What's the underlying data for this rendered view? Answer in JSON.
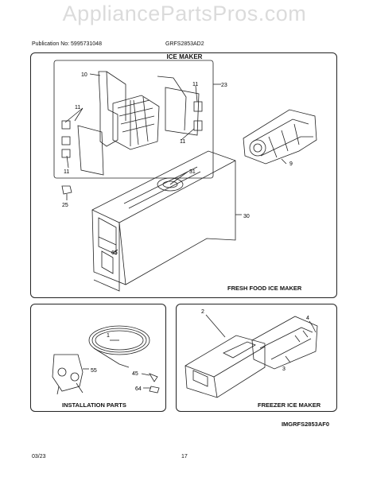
{
  "watermark": "AppliancePartsPros.com",
  "header": {
    "publication": "Publication No: 5995731048",
    "model": "GRFS2853AD2"
  },
  "title": "ICE MAKER",
  "panels": {
    "fresh_food": {
      "label": "FRESH FOOD ICE MAKER",
      "callouts": [
        "10",
        "23",
        "11",
        "11",
        "11",
        "11",
        "9",
        "31",
        "25",
        "30",
        "65"
      ]
    },
    "installation": {
      "label": "INSTALLATION PARTS",
      "callouts": [
        "1",
        "55",
        "45",
        "64"
      ]
    },
    "freezer": {
      "label": "FREEZER ICE MAKER",
      "callouts": [
        "2",
        "4",
        "3"
      ]
    }
  },
  "image_ref": "IMGRFS2853AF0",
  "footer": {
    "date": "03/23",
    "page": "17"
  }
}
